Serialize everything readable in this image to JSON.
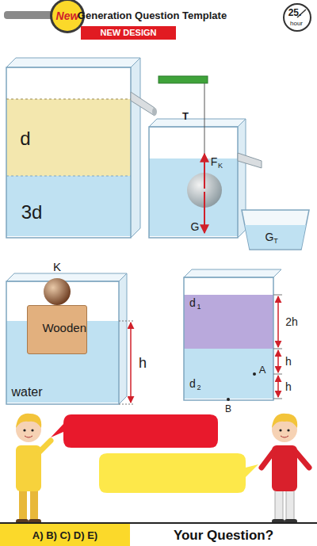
{
  "diagram": {
    "nodes": [
      {
        "text": [
          "New"
        ]
      },
      {
        "text": [
          "NEW DESIGN"
        ]
      },
      {
        "text": [
          "Wooden"
        ]
      },
      {
        "text": [
          "A) B) C) D) E)"
        ]
      },
      {
        "text": [
          "Your Question?"
        ]
      }
    ],
    "labels": [
      "Generation Question Template",
      "25.",
      "hour",
      "d",
      "3d",
      "T",
      "F",
      "K",
      "G",
      "G",
      "T",
      "K",
      "h",
      "water",
      "d",
      "1",
      "2h",
      "h",
      "h",
      "A",
      "d",
      "2",
      "B"
    ]
  }
}
